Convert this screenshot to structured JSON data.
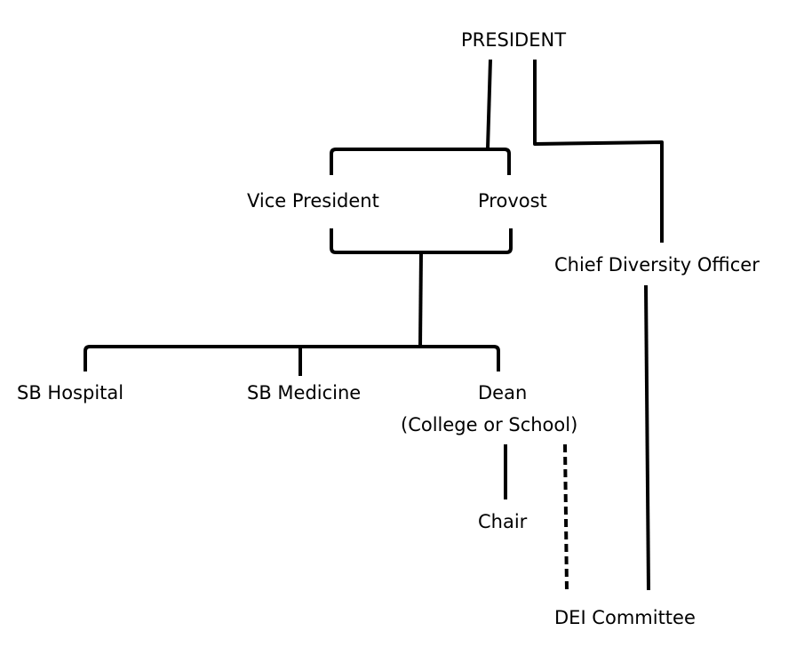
{
  "diagram": {
    "title": "Organizational reporting structure",
    "colors": {
      "line": "#000000",
      "text": "#000000",
      "background": "#ffffff"
    },
    "nodes": {
      "president": "PRESIDENT",
      "vice_president": "Vice President",
      "provost": "Provost",
      "chief_diversity_officer": "Chief Diversity Officer",
      "sb_hospital": "SB Hospital",
      "sb_medicine": "SB Medicine",
      "dean": "Dean",
      "dean_subtitle": "(College or School)",
      "chair": "Chair",
      "dei_committee": "DEI Committee"
    },
    "edges": [
      {
        "from": "president",
        "to": "vice_president+provost",
        "style": "solid"
      },
      {
        "from": "president",
        "to": "chief_diversity_officer",
        "style": "solid"
      },
      {
        "from": "vice_president+provost",
        "to": "sb_hospital",
        "style": "solid"
      },
      {
        "from": "vice_president+provost",
        "to": "sb_medicine",
        "style": "solid"
      },
      {
        "from": "vice_president+provost",
        "to": "dean",
        "style": "solid"
      },
      {
        "from": "dean",
        "to": "chair",
        "style": "solid"
      },
      {
        "from": "dean",
        "to": "dei_committee",
        "style": "dashed"
      },
      {
        "from": "chief_diversity_officer",
        "to": "dei_committee",
        "style": "solid"
      }
    ]
  }
}
